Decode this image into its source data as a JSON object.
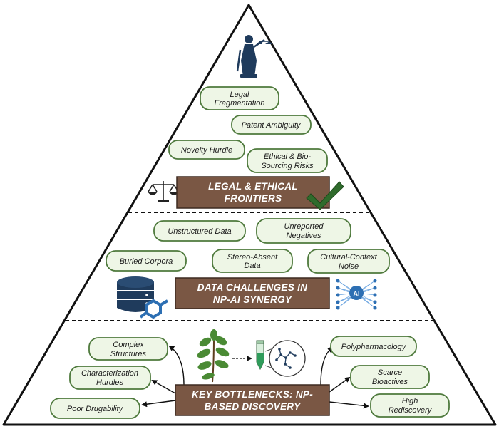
{
  "colors": {
    "pill_fill": "#eef6e6",
    "pill_stroke": "#4f7a3d",
    "banner_fill": "#7a5744",
    "banner_stroke": "#3d2a20",
    "icon_navy": "#1f3b5c",
    "icon_blue": "#2d6fb3",
    "check_green": "#2f6b2c",
    "plant_green": "#4a8a34"
  },
  "tiers": {
    "legal": {
      "banner": [
        "LEGAL & ETHICAL",
        "FRONTIERS"
      ],
      "pills": {
        "legal_fragmentation": [
          "Legal",
          "Fragmentation"
        ],
        "patent_ambiguity": [
          "Patent Ambiguity"
        ],
        "novelty_hurdle": [
          "Novelty Hurdle"
        ],
        "ethical_risks": [
          "Ethical & Bio-",
          "Sourcing Risks"
        ]
      }
    },
    "data": {
      "banner": [
        "DATA CHALLENGES IN",
        "NP-AI SYNERGY"
      ],
      "pills": {
        "unstructured_data": [
          "Unstructured Data"
        ],
        "unreported_negatives": [
          "Unreported",
          "Negatives"
        ],
        "buried_corpora": [
          "Buried Corpora"
        ],
        "stereo_absent": [
          "Stereo-Absent",
          "Data"
        ],
        "cultural_noise": [
          "Cultural-Context",
          "Noise"
        ]
      },
      "ai_chip_label": "AI"
    },
    "bottlenecks": {
      "banner": [
        "KEY BOTTLENECKS: NP-",
        "BASED DISCOVERY"
      ],
      "pills": {
        "complex_structures": [
          "Complex",
          "Structures"
        ],
        "characterization": [
          "Characterization",
          "Hurdles"
        ],
        "poor_drugability": [
          "Poor Drugability"
        ],
        "polypharmacology": [
          "Polypharmacology"
        ],
        "scarce_bioactives": [
          "Scarce",
          "Bioactives"
        ],
        "high_rediscovery": [
          "High",
          "Rediscovery"
        ]
      }
    }
  }
}
